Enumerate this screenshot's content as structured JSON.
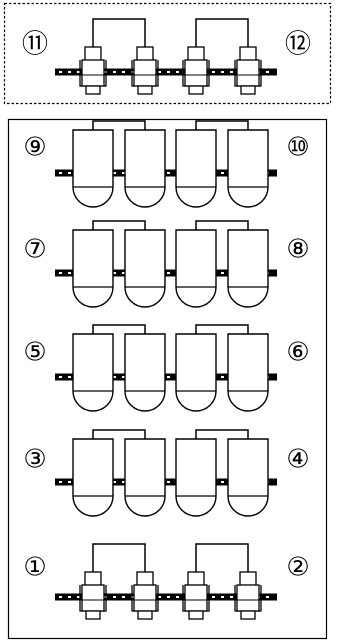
{
  "rows": [
    {
      "id": "row-11-12",
      "left_label": "⑪",
      "right_label": "⑫",
      "style": "small"
    },
    {
      "id": "row-9-10",
      "left_label": "⑨",
      "right_label": "⑩",
      "style": "large"
    },
    {
      "id": "row-7-8",
      "left_label": "⑦",
      "right_label": "⑧",
      "style": "large"
    },
    {
      "id": "row-5-6",
      "left_label": "⑤",
      "right_label": "⑥",
      "style": "large"
    },
    {
      "id": "row-3-4",
      "left_label": "③",
      "right_label": "④",
      "style": "large"
    },
    {
      "id": "row-1-2",
      "left_label": "①",
      "right_label": "②",
      "style": "small"
    }
  ],
  "colors": {
    "line": "#000000",
    "background": "#ffffff"
  }
}
